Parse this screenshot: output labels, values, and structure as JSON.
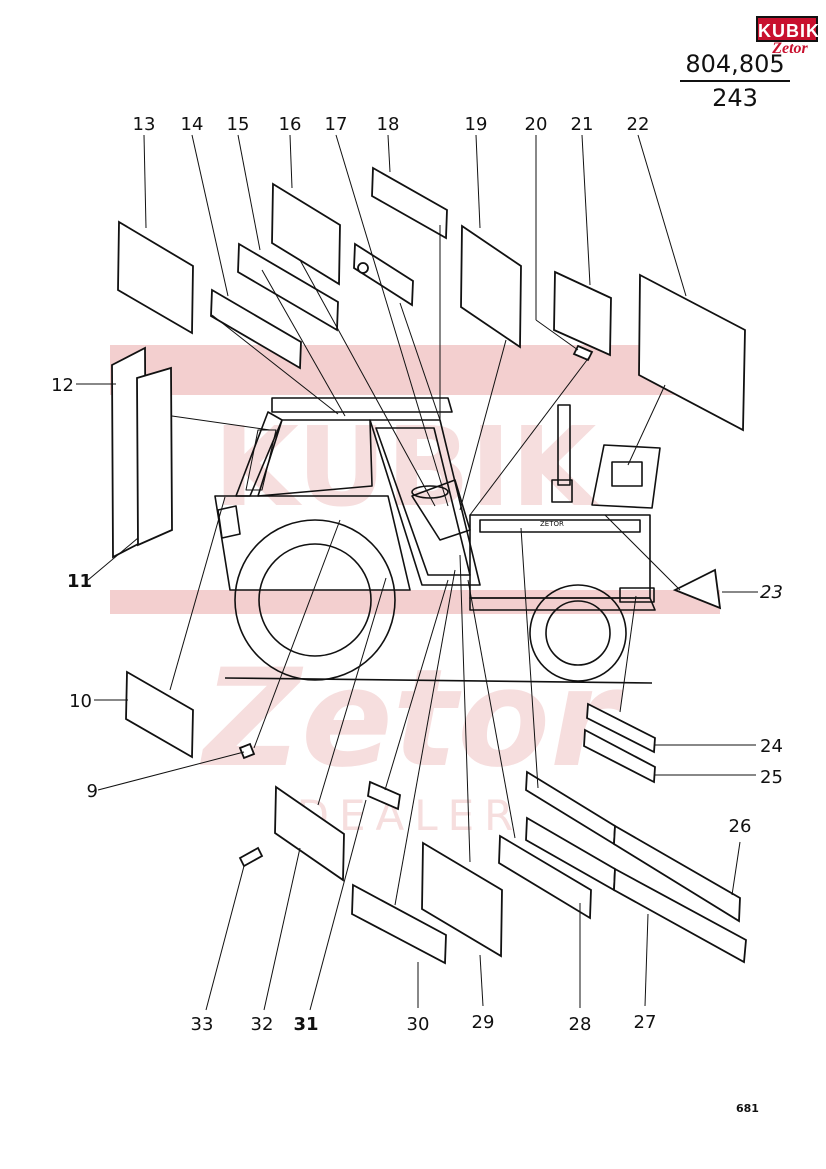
{
  "header": {
    "logo_brand": "KUBIK",
    "logo_sub": "Zetor",
    "catalog_number": "804,805",
    "sheet_number": "243"
  },
  "watermark": {
    "line1": "KUBIK",
    "line2": "Zetor",
    "line3": "DEALER"
  },
  "tractor": {
    "hood_label": "ZETOR"
  },
  "callouts": [
    "9",
    "10",
    "11",
    "12",
    "13",
    "14",
    "15",
    "16",
    "17",
    "18",
    "19",
    "20",
    "21",
    "22",
    "23",
    "24",
    "25",
    "26",
    "27",
    "28",
    "29",
    "30",
    "31",
    "32",
    "33"
  ],
  "footer": {
    "page_number": "681"
  },
  "colors": {
    "ink": "#111111",
    "watermark": "#f3cfcf",
    "brand_red": "#c8102e"
  }
}
